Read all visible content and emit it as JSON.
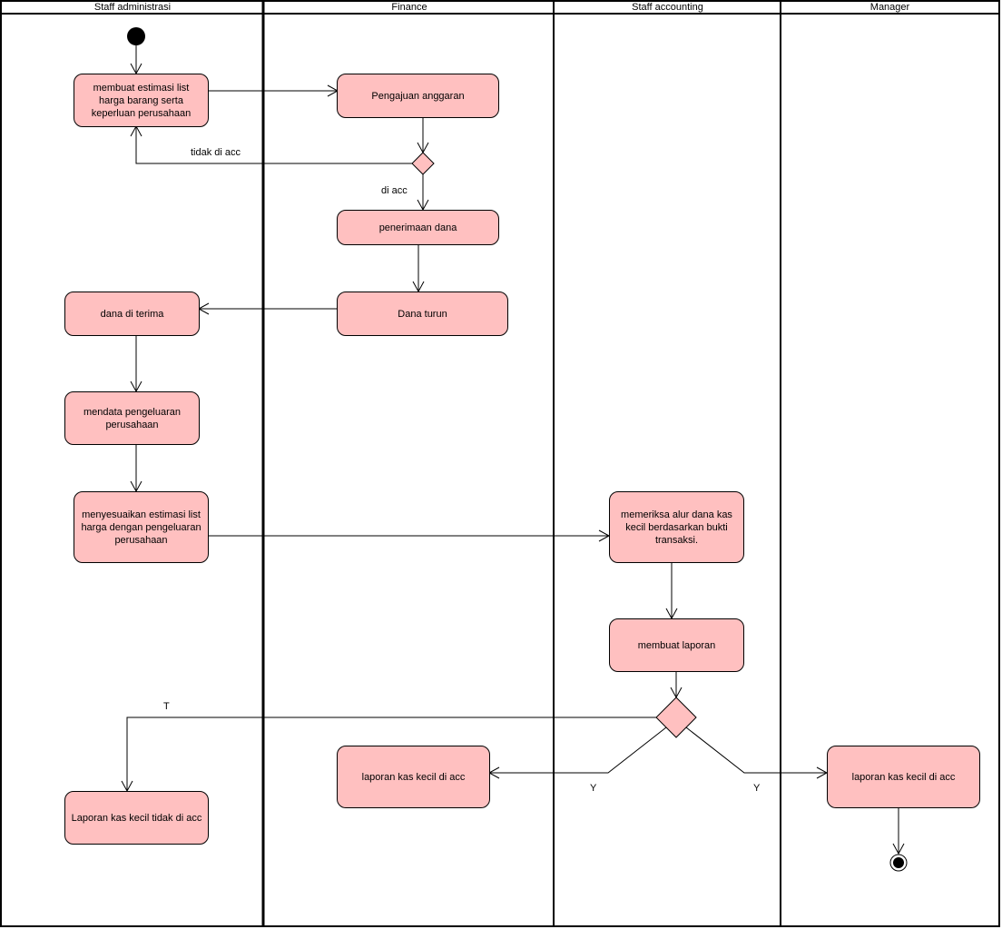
{
  "lanes": [
    "Staff administrasi",
    "Finance",
    "Staff accounting",
    "Manager"
  ],
  "activities": {
    "estimasi": "membuat estimasi list harga barang serta keperluan perusahaan",
    "pengajuan": "Pengajuan anggaran",
    "penerimaan": "penerimaan dana",
    "dana_turun": "Dana turun",
    "dana_diterima": "dana di terima",
    "mendata": "mendata pengeluaran perusahaan",
    "menyesuaikan": "menyesuaikan  estimasi list harga dengan pengeluaran perusahaan",
    "memeriksa": "memeriksa alur dana kas kecil berdasarkan bukti transaksi.",
    "laporan": "membuat laporan",
    "laporan_acc_finance": "laporan kas kecil di acc",
    "laporan_tidak_acc": "Laporan kas kecil tidak di acc",
    "laporan_acc_manager": "laporan kas kecil di acc"
  },
  "edge_labels": {
    "tidak_acc": "tidak di acc",
    "di_acc": "di acc",
    "t": "T",
    "y_left": "Y",
    "y_right": "Y"
  },
  "colors": {
    "node_fill": "#ffc0c0",
    "line": "#000000"
  }
}
